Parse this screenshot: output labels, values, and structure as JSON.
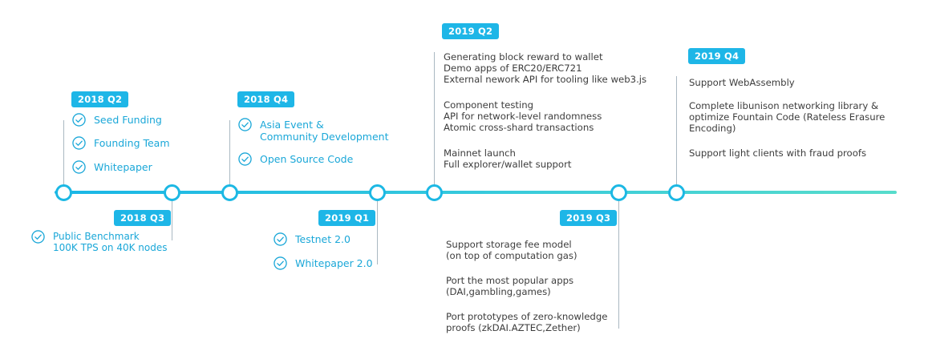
{
  "milestones": {
    "q2_2018": {
      "label": "2018 Q2",
      "items": [
        "Seed Funding",
        "Founding Team",
        "Whitepaper"
      ]
    },
    "q3_2018": {
      "label": "2018 Q3",
      "items": [
        "Public Benchmark\n100K TPS on 40K nodes"
      ]
    },
    "q4_2018": {
      "label": "2018 Q4",
      "items": [
        "Asia Event &\nCommunity Development",
        "Open Source Code"
      ]
    },
    "q1_2019": {
      "label": "2019 Q1",
      "items": [
        "Testnet 2.0",
        "Whitepaper 2.0"
      ]
    },
    "q2_2019": {
      "label": "2019 Q2",
      "items": [
        "Generating block reward to wallet\nDemo apps of ERC20/ERC721\nExternal nework API for tooling like web3.js",
        "Component testing\nAPI for network-level randomness\nAtomic cross-shard transactions",
        "Mainnet launch\nFull explorer/wallet support"
      ]
    },
    "q3_2019": {
      "label": "2019 Q3",
      "items": [
        "Support storage fee model\n(on top of computation gas)",
        "Port the most popular apps\n(DAI,gambling,games)",
        "Port prototypes of zero-knowledge\nproofs (zkDAI.AZTEC,Zether)"
      ]
    },
    "q4_2019": {
      "label": "2019 Q4",
      "items": [
        "Support WebAssembly",
        "Complete libunison networking library &\noptimize Fountain Code (Rateless Erasure\nEncoding)",
        "Support light clients with fraud proofs"
      ]
    }
  },
  "colors": {
    "accent": "#1eb6e7",
    "check": "#1aa7d8",
    "line_start": "#19b6e6",
    "line_end": "#57dccb"
  },
  "icons": {
    "check": "check-circle-icon"
  }
}
